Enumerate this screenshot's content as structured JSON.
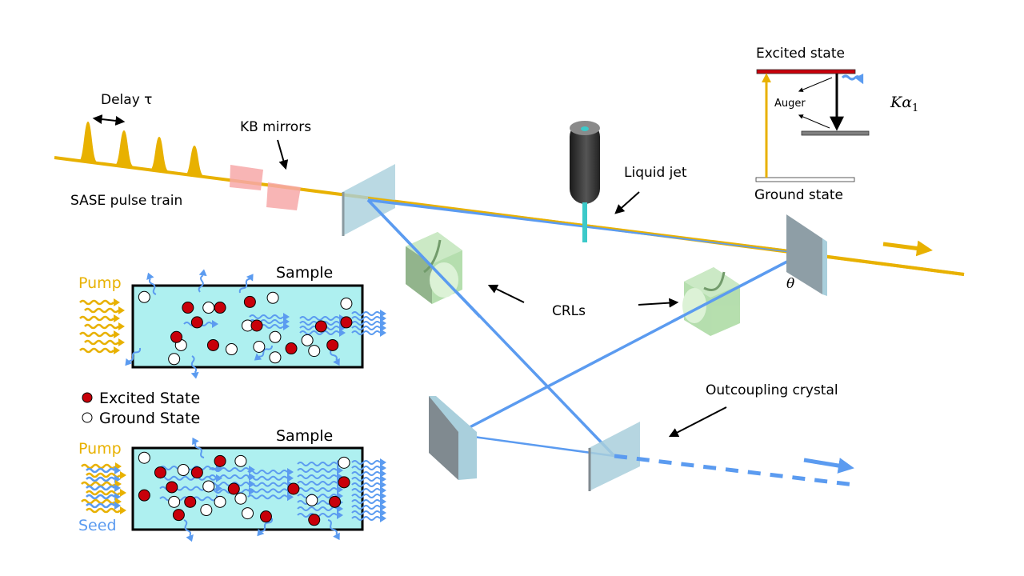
{
  "labels": {
    "delay": "Delay τ",
    "sase": "SASE pulse train",
    "kb": "KB mirrors",
    "liquid_jet": "Liquid jet",
    "crls": "CRLs",
    "theta": "θ",
    "outcoupling": "Outcoupling crystal",
    "excited_state_top": "Excited state",
    "ground_state_top": "Ground state",
    "auger": "Auger",
    "k_alpha": "Kα",
    "k_alpha_sub": "1",
    "sample1": "Sample",
    "sample2": "Sample",
    "pump1": "Pump",
    "pump2": "Pump",
    "seed": "Seed",
    "legend_excited": "Excited State",
    "legend_ground": "Ground State"
  },
  "colors": {
    "xfel": "#e8b100",
    "seed_beam": "#5b9bf0",
    "excited_atom": "#c8000a",
    "ground_atom": "#ffffff",
    "sample_fill": "#aef0f0",
    "kb_mirror": "#f7a8a8",
    "crl": "#a9d9a0",
    "crystal": "#a9cfdc",
    "excited_level": "#c8000a",
    "intermediate_level": "#808080"
  },
  "pulse_train": {
    "pulse_count": 4
  },
  "sample_panels": [
    {
      "name": "pump-only",
      "excited": [
        [
          0.24,
          0.27
        ],
        [
          0.28,
          0.45
        ],
        [
          0.19,
          0.63
        ],
        [
          0.38,
          0.27
        ],
        [
          0.35,
          0.73
        ],
        [
          0.51,
          0.2
        ],
        [
          0.54,
          0.49
        ],
        [
          0.69,
          0.77
        ],
        [
          0.82,
          0.5
        ],
        [
          0.93,
          0.45
        ],
        [
          0.87,
          0.73
        ]
      ],
      "ground": [
        [
          0.05,
          0.14
        ],
        [
          0.21,
          0.73
        ],
        [
          0.18,
          0.9
        ],
        [
          0.33,
          0.27
        ],
        [
          0.43,
          0.78
        ],
        [
          0.5,
          0.49
        ],
        [
          0.61,
          0.15
        ],
        [
          0.62,
          0.63
        ],
        [
          0.62,
          0.88
        ],
        [
          0.55,
          0.75
        ],
        [
          0.76,
          0.67
        ],
        [
          0.79,
          0.8
        ],
        [
          0.93,
          0.22
        ]
      ]
    },
    {
      "name": "pump-and-seed",
      "excited": [
        [
          0.12,
          0.3
        ],
        [
          0.05,
          0.58
        ],
        [
          0.17,
          0.48
        ],
        [
          0.2,
          0.82
        ],
        [
          0.28,
          0.3
        ],
        [
          0.25,
          0.66
        ],
        [
          0.38,
          0.16
        ],
        [
          0.44,
          0.5
        ],
        [
          0.58,
          0.84
        ],
        [
          0.7,
          0.5
        ],
        [
          0.79,
          0.88
        ],
        [
          0.92,
          0.42
        ],
        [
          0.88,
          0.66
        ]
      ],
      "ground": [
        [
          0.05,
          0.12
        ],
        [
          0.22,
          0.27
        ],
        [
          0.18,
          0.66
        ],
        [
          0.33,
          0.47
        ],
        [
          0.32,
          0.76
        ],
        [
          0.47,
          0.16
        ],
        [
          0.47,
          0.62
        ],
        [
          0.5,
          0.8
        ],
        [
          0.78,
          0.64
        ],
        [
          0.92,
          0.18
        ],
        [
          0.38,
          0.66
        ]
      ]
    }
  ]
}
